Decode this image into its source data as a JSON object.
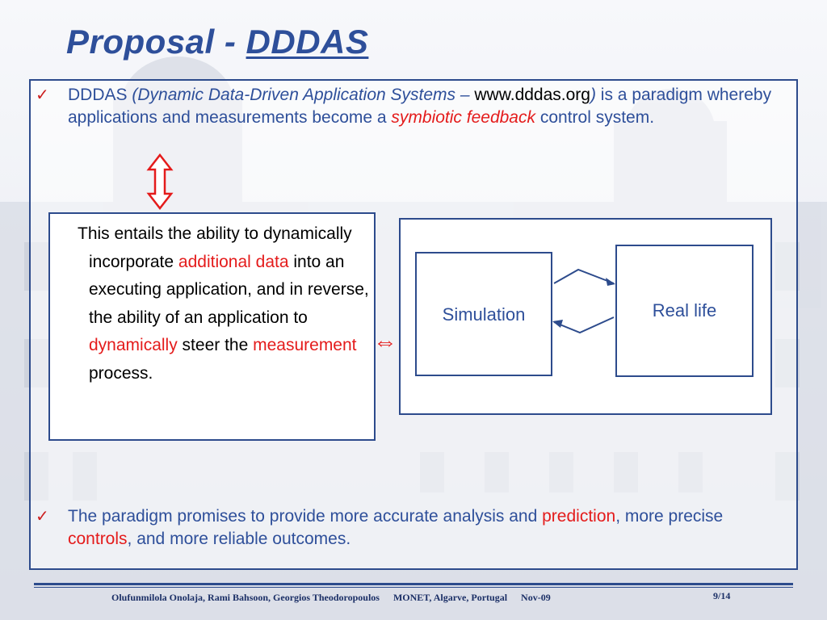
{
  "slide": {
    "title_prefix": "Proposal - ",
    "title_link": "DDDAS"
  },
  "bullet1": {
    "check": "✓",
    "t1": "DDDAS ",
    "t2": "(Dynamic Data-Driven Application Systems – ",
    "url": "www.dddas.org",
    "t3": ")",
    "t4": " is a paradigm whereby applications and measurements become a ",
    "t5": "symbiotic feedback",
    "t6": " control system."
  },
  "entails": {
    "p1": "This entails the ability to dynamically incorporate ",
    "r1": "additional data",
    "p2": " into an executing application, and in reverse, the ability of an application to ",
    "r2": "dynamically",
    "p3": " steer the ",
    "r3": "measurement",
    "p4": " process."
  },
  "relation_symbol": "⇔",
  "diagram": {
    "simulation_label": "Simulation",
    "real_life_label": "Real life"
  },
  "bullet2": {
    "check": "✓",
    "t1": "The paradigm promises to provide more accurate analysis and ",
    "r1": "prediction",
    "t2": ", more precise ",
    "r2": "controls",
    "t3": ", and more reliable outcomes."
  },
  "footer": {
    "authors": "Olufunmilola Onolaja, Rami Bahsoon, Georgios Theodoropoulos",
    "venue": "MONET, Algarve, Portugal",
    "date": "Nov-09",
    "page": "9/14"
  },
  "colors": {
    "accent_blue": "#2e4f9a",
    "border_blue": "#2d4b8c",
    "highlight_red": "#e41b1b"
  }
}
